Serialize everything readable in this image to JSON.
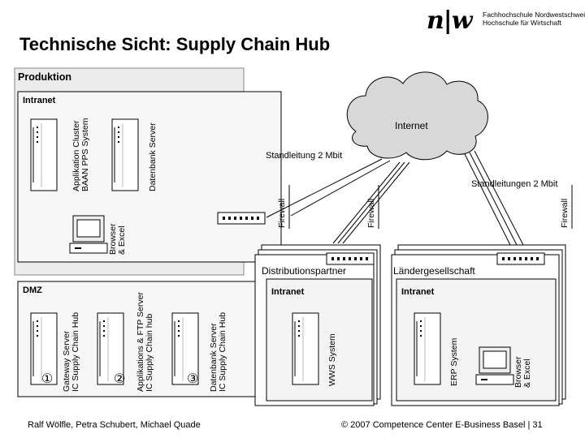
{
  "logo": {
    "mark": "n|w",
    "line1": "Fachhochschule Nordwestschweiz",
    "line2": "Hochschule für Wirtschaft"
  },
  "title": "Technische Sicht: Supply Chain Hub",
  "zones": {
    "produktion": "Produktion",
    "intranet_prod": "Intranet",
    "dmz": "DMZ",
    "internet": "Internet",
    "distributionspartner": "Distributionspartner",
    "intranet_dist": "Intranet",
    "laendergesellschaft": "Ländergesellschaft",
    "intranet_land": "Intranet"
  },
  "links": {
    "standleitung": "Standleitung 2 Mbit",
    "standleitungen": "Standleitungen 2 Mbit",
    "firewall_1": "Firewall",
    "firewall_2": "Firewall",
    "firewall_3": "Firewall"
  },
  "servers": {
    "applikation_cluster_1": "Applikation Cluster",
    "applikation_cluster_2": "BAAN PPS System",
    "datenbank_server": "Datenbank Server",
    "browser_excel_1": "Browser",
    "browser_excel_2": "& Excel",
    "gateway_1": "Gateway Server",
    "gateway_2": "IC Supply Chain Hub",
    "applikations_ftp_1": "Applikations & FTP Server",
    "applikations_ftp_2": "IC Supply Chain hub",
    "db_hub_1": "Datenbank Server",
    "db_hub_2": "IC Supply Chain Hub",
    "wws": "WWS System",
    "erp": "ERP System",
    "browser_land_1": "Browser",
    "browser_land_2": "& Excel",
    "num1": "①",
    "num2": "②",
    "num3": "③"
  },
  "footer": {
    "authors": "Ralf Wölfle, Petra Schubert, Michael Quade",
    "copyright": "© 2007 Competence Center E-Business Basel | 31"
  }
}
